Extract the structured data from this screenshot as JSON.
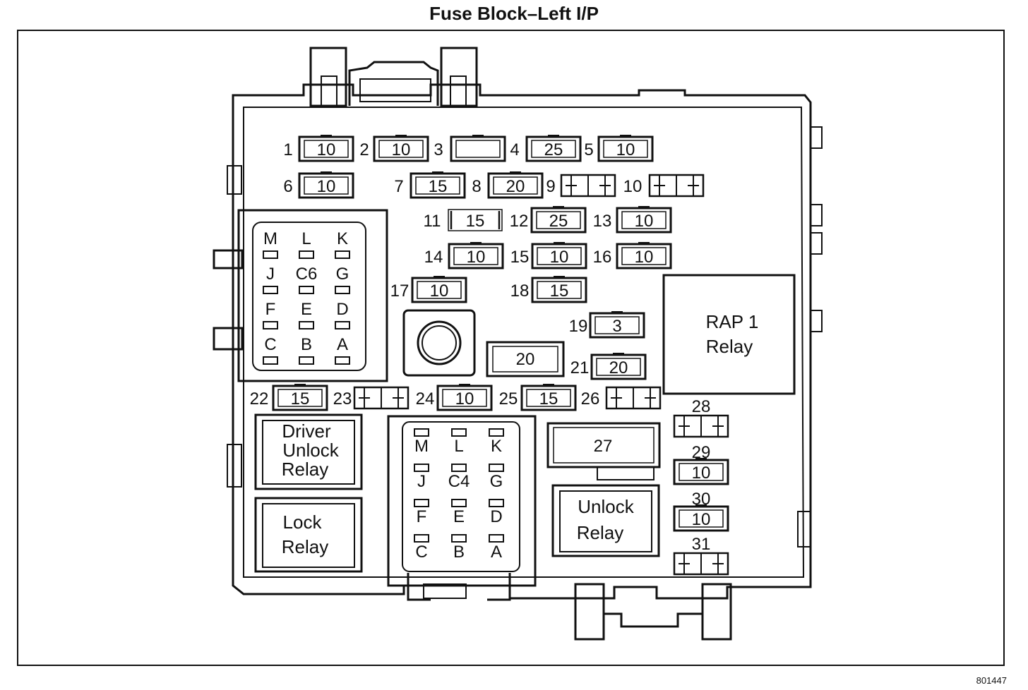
{
  "title": "Fuse Block–Left I/P",
  "figure_number": "801447",
  "fuses": [
    {
      "num": "1",
      "amps": "10"
    },
    {
      "num": "2",
      "amps": "10"
    },
    {
      "num": "3",
      "amps": ""
    },
    {
      "num": "4",
      "amps": "25"
    },
    {
      "num": "5",
      "amps": "10"
    },
    {
      "num": "6",
      "amps": "10"
    },
    {
      "num": "7",
      "amps": "15"
    },
    {
      "num": "8",
      "amps": "20"
    },
    {
      "num": "9",
      "amps": ""
    },
    {
      "num": "10",
      "amps": ""
    },
    {
      "num": "11",
      "amps": "15"
    },
    {
      "num": "12",
      "amps": "25"
    },
    {
      "num": "13",
      "amps": "10"
    },
    {
      "num": "14",
      "amps": "10"
    },
    {
      "num": "15",
      "amps": "10"
    },
    {
      "num": "16",
      "amps": "10"
    },
    {
      "num": "17",
      "amps": "10"
    },
    {
      "num": "18",
      "amps": "15"
    },
    {
      "num": "19",
      "amps": "3"
    },
    {
      "num": "20",
      "amps": ""
    },
    {
      "num": "21",
      "amps": "20"
    },
    {
      "num": "22",
      "amps": "15"
    },
    {
      "num": "23",
      "amps": ""
    },
    {
      "num": "24",
      "amps": "10"
    },
    {
      "num": "25",
      "amps": "15"
    },
    {
      "num": "26",
      "amps": ""
    },
    {
      "num": "27",
      "amps": ""
    },
    {
      "num": "28",
      "amps": ""
    },
    {
      "num": "29",
      "amps": "10"
    },
    {
      "num": "30",
      "amps": "10"
    },
    {
      "num": "31",
      "amps": ""
    }
  ],
  "fuse_20_label": "20",
  "fuse_27_label": "27",
  "relays": {
    "rap1_line1": "RAP 1",
    "rap1_line2": "Relay",
    "driver_unlock_line1": "Driver",
    "driver_unlock_line2": "Unlock",
    "driver_unlock_line3": "Relay",
    "lock_line1": "Lock",
    "lock_line2": "Relay",
    "unlock_line1": "Unlock",
    "unlock_line2": "Relay"
  },
  "connector_c6": {
    "name": "C6",
    "rows": [
      [
        "M",
        "L",
        "K"
      ],
      [
        "J",
        "C6",
        "G"
      ],
      [
        "F",
        "E",
        "D"
      ],
      [
        "C",
        "B",
        "A"
      ]
    ]
  },
  "connector_c4": {
    "name": "C4",
    "rows": [
      [
        "M",
        "L",
        "K"
      ],
      [
        "J",
        "C4",
        "G"
      ],
      [
        "F",
        "E",
        "D"
      ],
      [
        "C",
        "B",
        "A"
      ]
    ]
  }
}
